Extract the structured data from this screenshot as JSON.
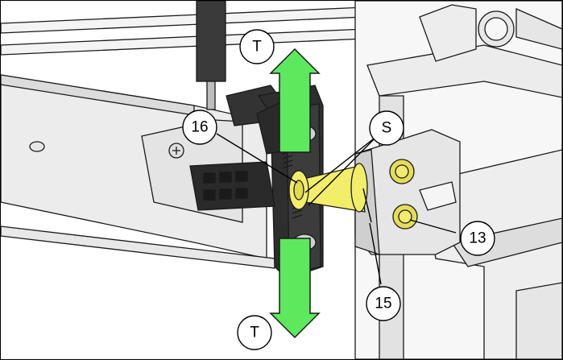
{
  "callouts": {
    "t_top": "T",
    "t_bottom": "T",
    "s": "S",
    "n16": "16",
    "n15": "15",
    "n13": "13"
  },
  "colors": {
    "arrow": "#5ee85e",
    "bushing": "#f2ee6a",
    "bolt": "#e6dc5a",
    "metal_light": "#f2f2f2",
    "metal_mid": "#d9d9d9",
    "metal_dark": "#3a3a3a",
    "outline": "#1a1a1a"
  },
  "icons": [
    "arrow-up-down-icon",
    "bolt-icon",
    "spring-icon",
    "connector-icon",
    "gas-strut-icon"
  ]
}
